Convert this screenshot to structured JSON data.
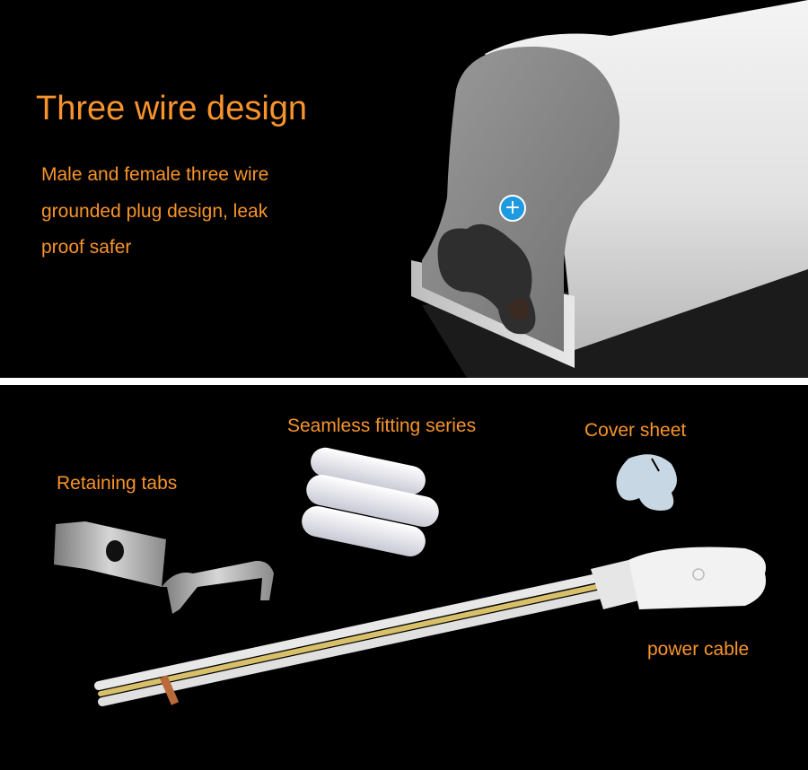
{
  "top_panel": {
    "title": "Three wire design",
    "body_lines": [
      "Male and female three wire",
      "grounded plug design, leak",
      "proof safer"
    ],
    "marker_symbol": "+"
  },
  "bottom_panel": {
    "labels": {
      "seamless": "Seamless fitting series",
      "cover": "Cover sheet",
      "tabs": "Retaining tabs",
      "cable": "power cable"
    }
  },
  "colors": {
    "accent_text": "#f7942b",
    "background": "#000000",
    "divider": "#ffffff",
    "marker": "#1e9be0"
  }
}
